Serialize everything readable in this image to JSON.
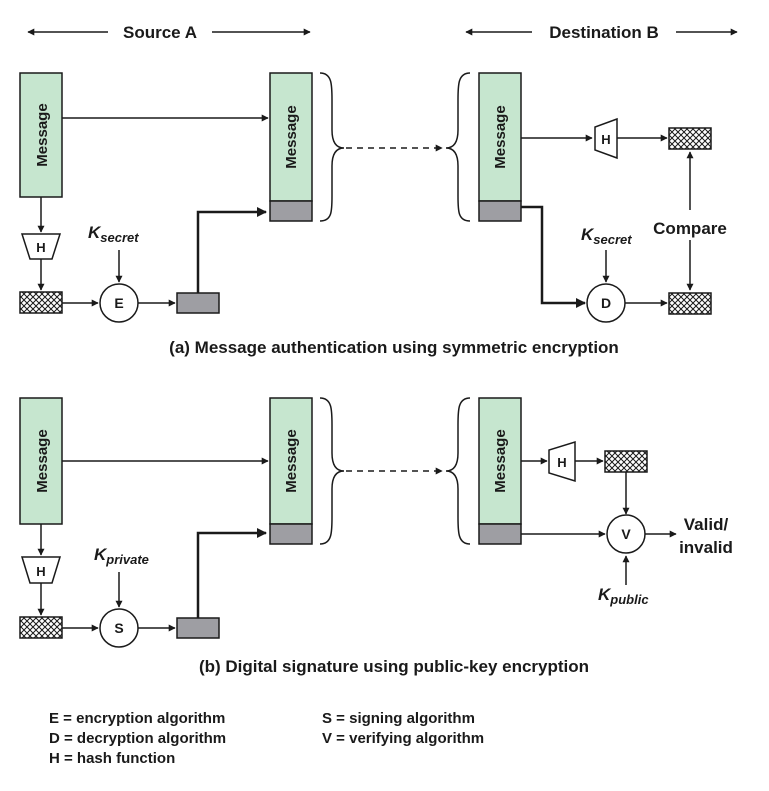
{
  "header": {
    "source_label": "Source A",
    "destination_label": "Destination B"
  },
  "labels": {
    "message": "Message",
    "hash": "H",
    "encrypt": "E",
    "decrypt": "D",
    "sign": "S",
    "verify": "V",
    "key_letter": "K",
    "secret": "secret",
    "private": "private",
    "public": "public",
    "compare": "Compare",
    "valid_line1": "Valid/",
    "valid_line2": "invalid"
  },
  "captions": {
    "part_a": "(a) Message authentication using symmetric encryption",
    "part_b": "(b) Digital signature using public-key encryption"
  },
  "legend": [
    "E = encryption algorithm",
    "D = decryption algorithm",
    "H = hash function",
    "S = signing algorithm",
    "V = verifying algorithm"
  ]
}
